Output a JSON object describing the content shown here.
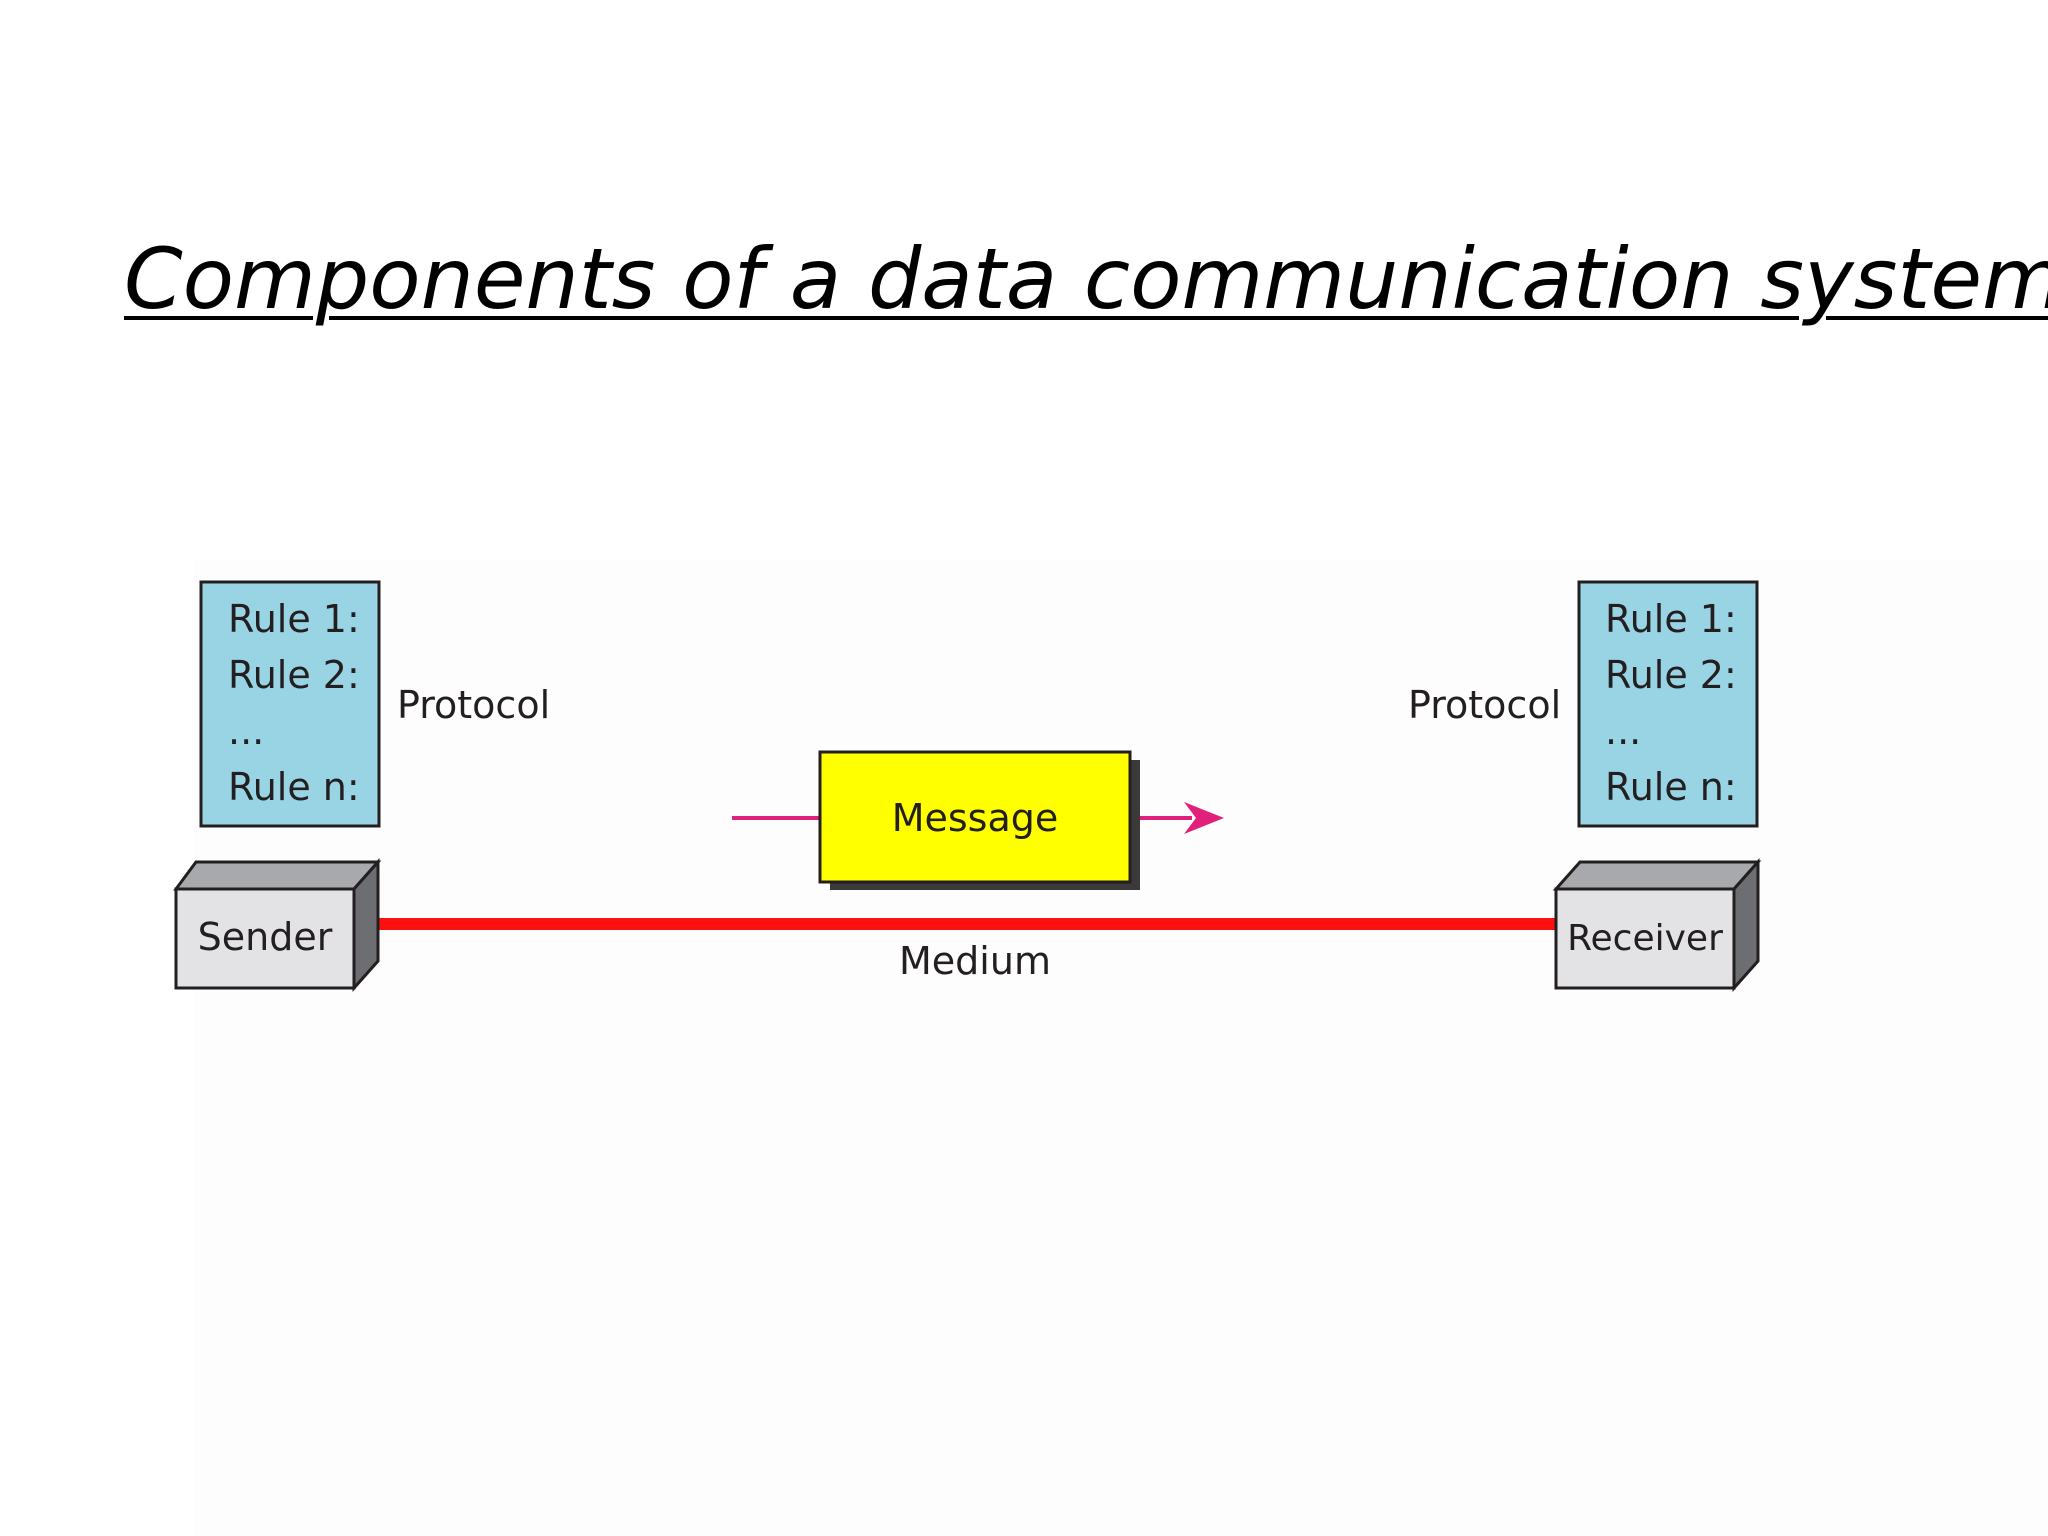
{
  "title": "Components of a data communication system",
  "sender": {
    "label": "Sender",
    "protocol_label": "Protocol",
    "rules": [
      "Rule 1:",
      "Rule 2:",
      "...",
      "Rule n:"
    ]
  },
  "receiver": {
    "label": "Receiver",
    "protocol_label": "Protocol",
    "rules": [
      "Rule 1:",
      "Rule 2:",
      "...",
      "Rule n:"
    ]
  },
  "message": {
    "label": "Message"
  },
  "medium": {
    "label": "Medium"
  },
  "colors": {
    "protocol_box": "#98d4e4",
    "message_box": "#ffff00",
    "medium_line": "#ff1010",
    "arrow": "#e0207a",
    "device_face": "#e3e3e5",
    "device_side": "#6d6e71",
    "device_top": "#a7a9ac"
  }
}
